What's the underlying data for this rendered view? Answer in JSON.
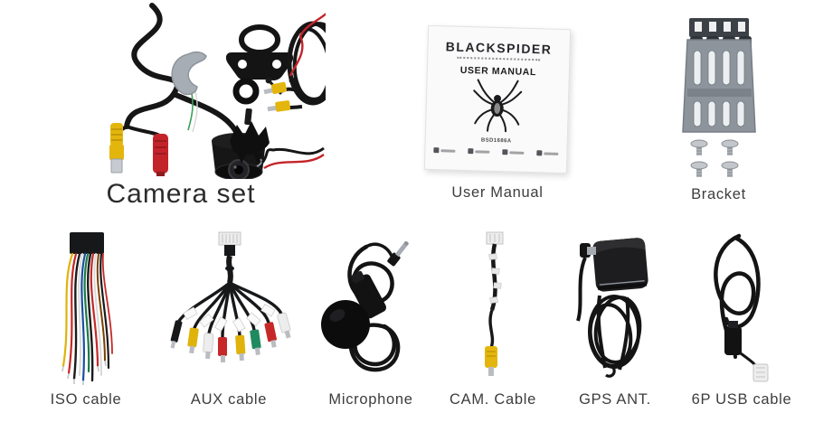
{
  "canvas": {
    "background": "#ffffff",
    "caption_color": "#3d3d3d"
  },
  "colors": {
    "cable_black": "#161616",
    "rca_yellow": "#e4b60d",
    "wire_red": "#c3242a",
    "bracket_gray": "#8d949c",
    "connector_white": "#ededed"
  },
  "items": {
    "camera_set": {
      "label": "Camera set"
    },
    "user_manual": {
      "label": "User Manual",
      "brand": "BLACKSPIDER",
      "title": "USER MANUAL",
      "model": "BSD1686A"
    },
    "bracket": {
      "label": "Bracket"
    },
    "iso_cable": {
      "label": "ISO cable"
    },
    "aux_cable": {
      "label": "AUX cable"
    },
    "microphone": {
      "label": "Microphone"
    },
    "cam_cable": {
      "label": "CAM. Cable"
    },
    "gps_ant": {
      "label": "GPS ANT."
    },
    "usb_cable": {
      "label": "6P USB cable"
    }
  }
}
